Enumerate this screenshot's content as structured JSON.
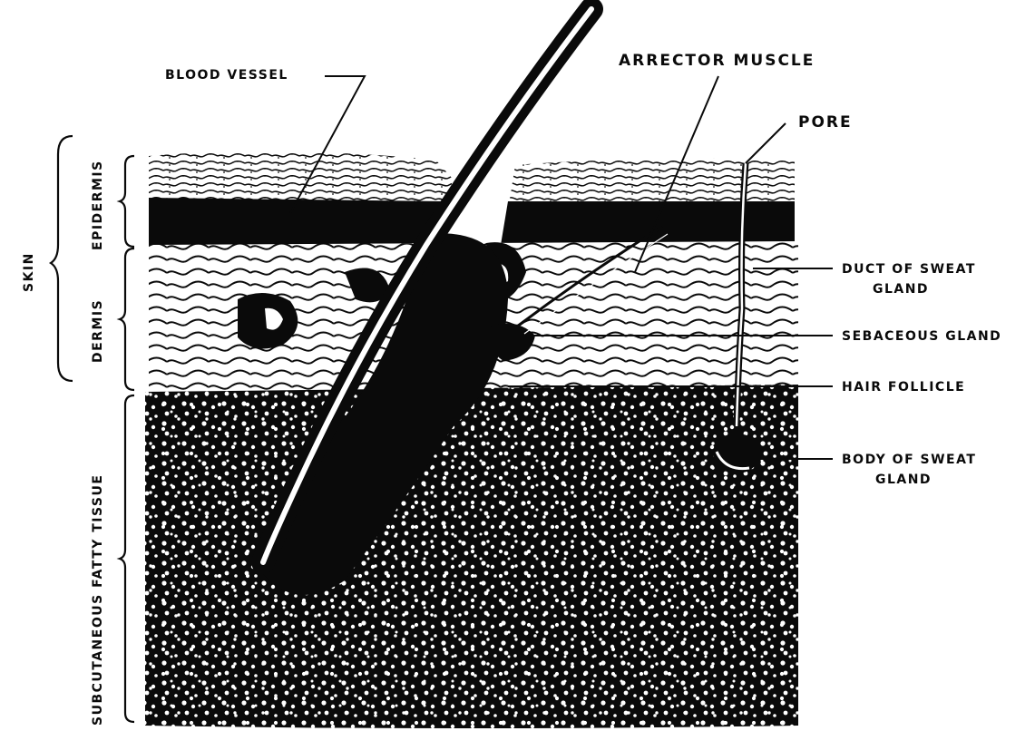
{
  "labels": {
    "blood_vessel": "BLOOD VESSEL",
    "arrector_muscle": "ARRECTOR MUSCLE",
    "pore": "PORE",
    "duct_of_sweat_gland_line1": "DUCT OF SWEAT",
    "duct_of_sweat_gland_line2": "GLAND",
    "sebaceous_gland": "SEBACEOUS GLAND",
    "hair_follicle": "HAIR FOLLICLE",
    "body_of_sweat_gland_line1": "BODY OF SWEAT",
    "body_of_sweat_gland_line2": "GLAND"
  },
  "layers": {
    "skin": "SKIN",
    "epidermis": "EPIDERMIS",
    "dermis": "DERMIS",
    "subcutaneous_fatty_tissue": "SUBCUTANEOUS FATTY TISSUE"
  },
  "colors": {
    "ink": "#0a0a0a",
    "paper": "#ffffff"
  }
}
